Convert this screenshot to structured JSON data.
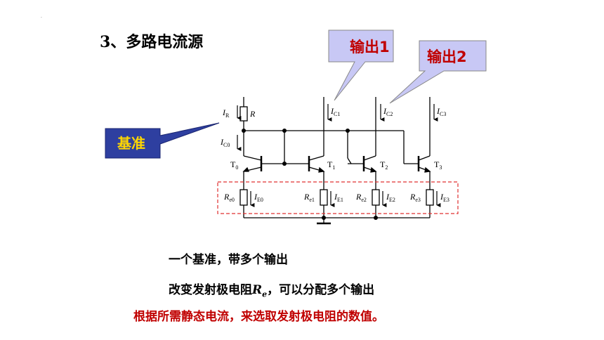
{
  "slide": {
    "heading": "3、多路电流源",
    "corner_mark": ".",
    "line1": "一个基准，带多个输出",
    "line2_prefix": "改变发射极电阻",
    "line2_symbol": "R",
    "line2_sub": "e",
    "line2_suffix": "，可以分配多个输出",
    "line3": "根据所需静态电流，来选取发射极电阻的数值。"
  },
  "callouts": {
    "out1": "输出1",
    "out2": "输出2",
    "ref": "基准"
  },
  "circuit": {
    "R_label": "R",
    "IR": {
      "main": "I",
      "sub": "R"
    },
    "IC0": {
      "main": "I",
      "sub": "C0"
    },
    "IC1": {
      "main": "I",
      "sub": "C1"
    },
    "IC2": {
      "main": "I",
      "sub": "C2"
    },
    "IC3": {
      "main": "I",
      "sub": "C3"
    },
    "T0": {
      "main": "T",
      "sub": "0"
    },
    "T1": {
      "main": "T",
      "sub": "1"
    },
    "T2": {
      "main": "T",
      "sub": "2"
    },
    "T3": {
      "main": "T",
      "sub": "3"
    },
    "Re0": {
      "main": "R",
      "sub": "e0"
    },
    "Re1": {
      "main": "R",
      "sub": "e1"
    },
    "Re2": {
      "main": "R",
      "sub": "e2"
    },
    "Re3": {
      "main": "R",
      "sub": "e3"
    },
    "IE0": {
      "main": "I",
      "sub": "E0"
    },
    "IE1": {
      "main": "I",
      "sub": "E1"
    },
    "IE2": {
      "main": "I",
      "sub": "E2"
    },
    "IE3": {
      "main": "I",
      "sub": "E3"
    }
  },
  "colors": {
    "callout_fill": "#c8c8f5",
    "callout_text": "#c00000",
    "ref_fill": "#2e3fa0",
    "ref_text": "#ffd700",
    "dashed_box": "#e03030",
    "highlight_text": "#c00000"
  }
}
